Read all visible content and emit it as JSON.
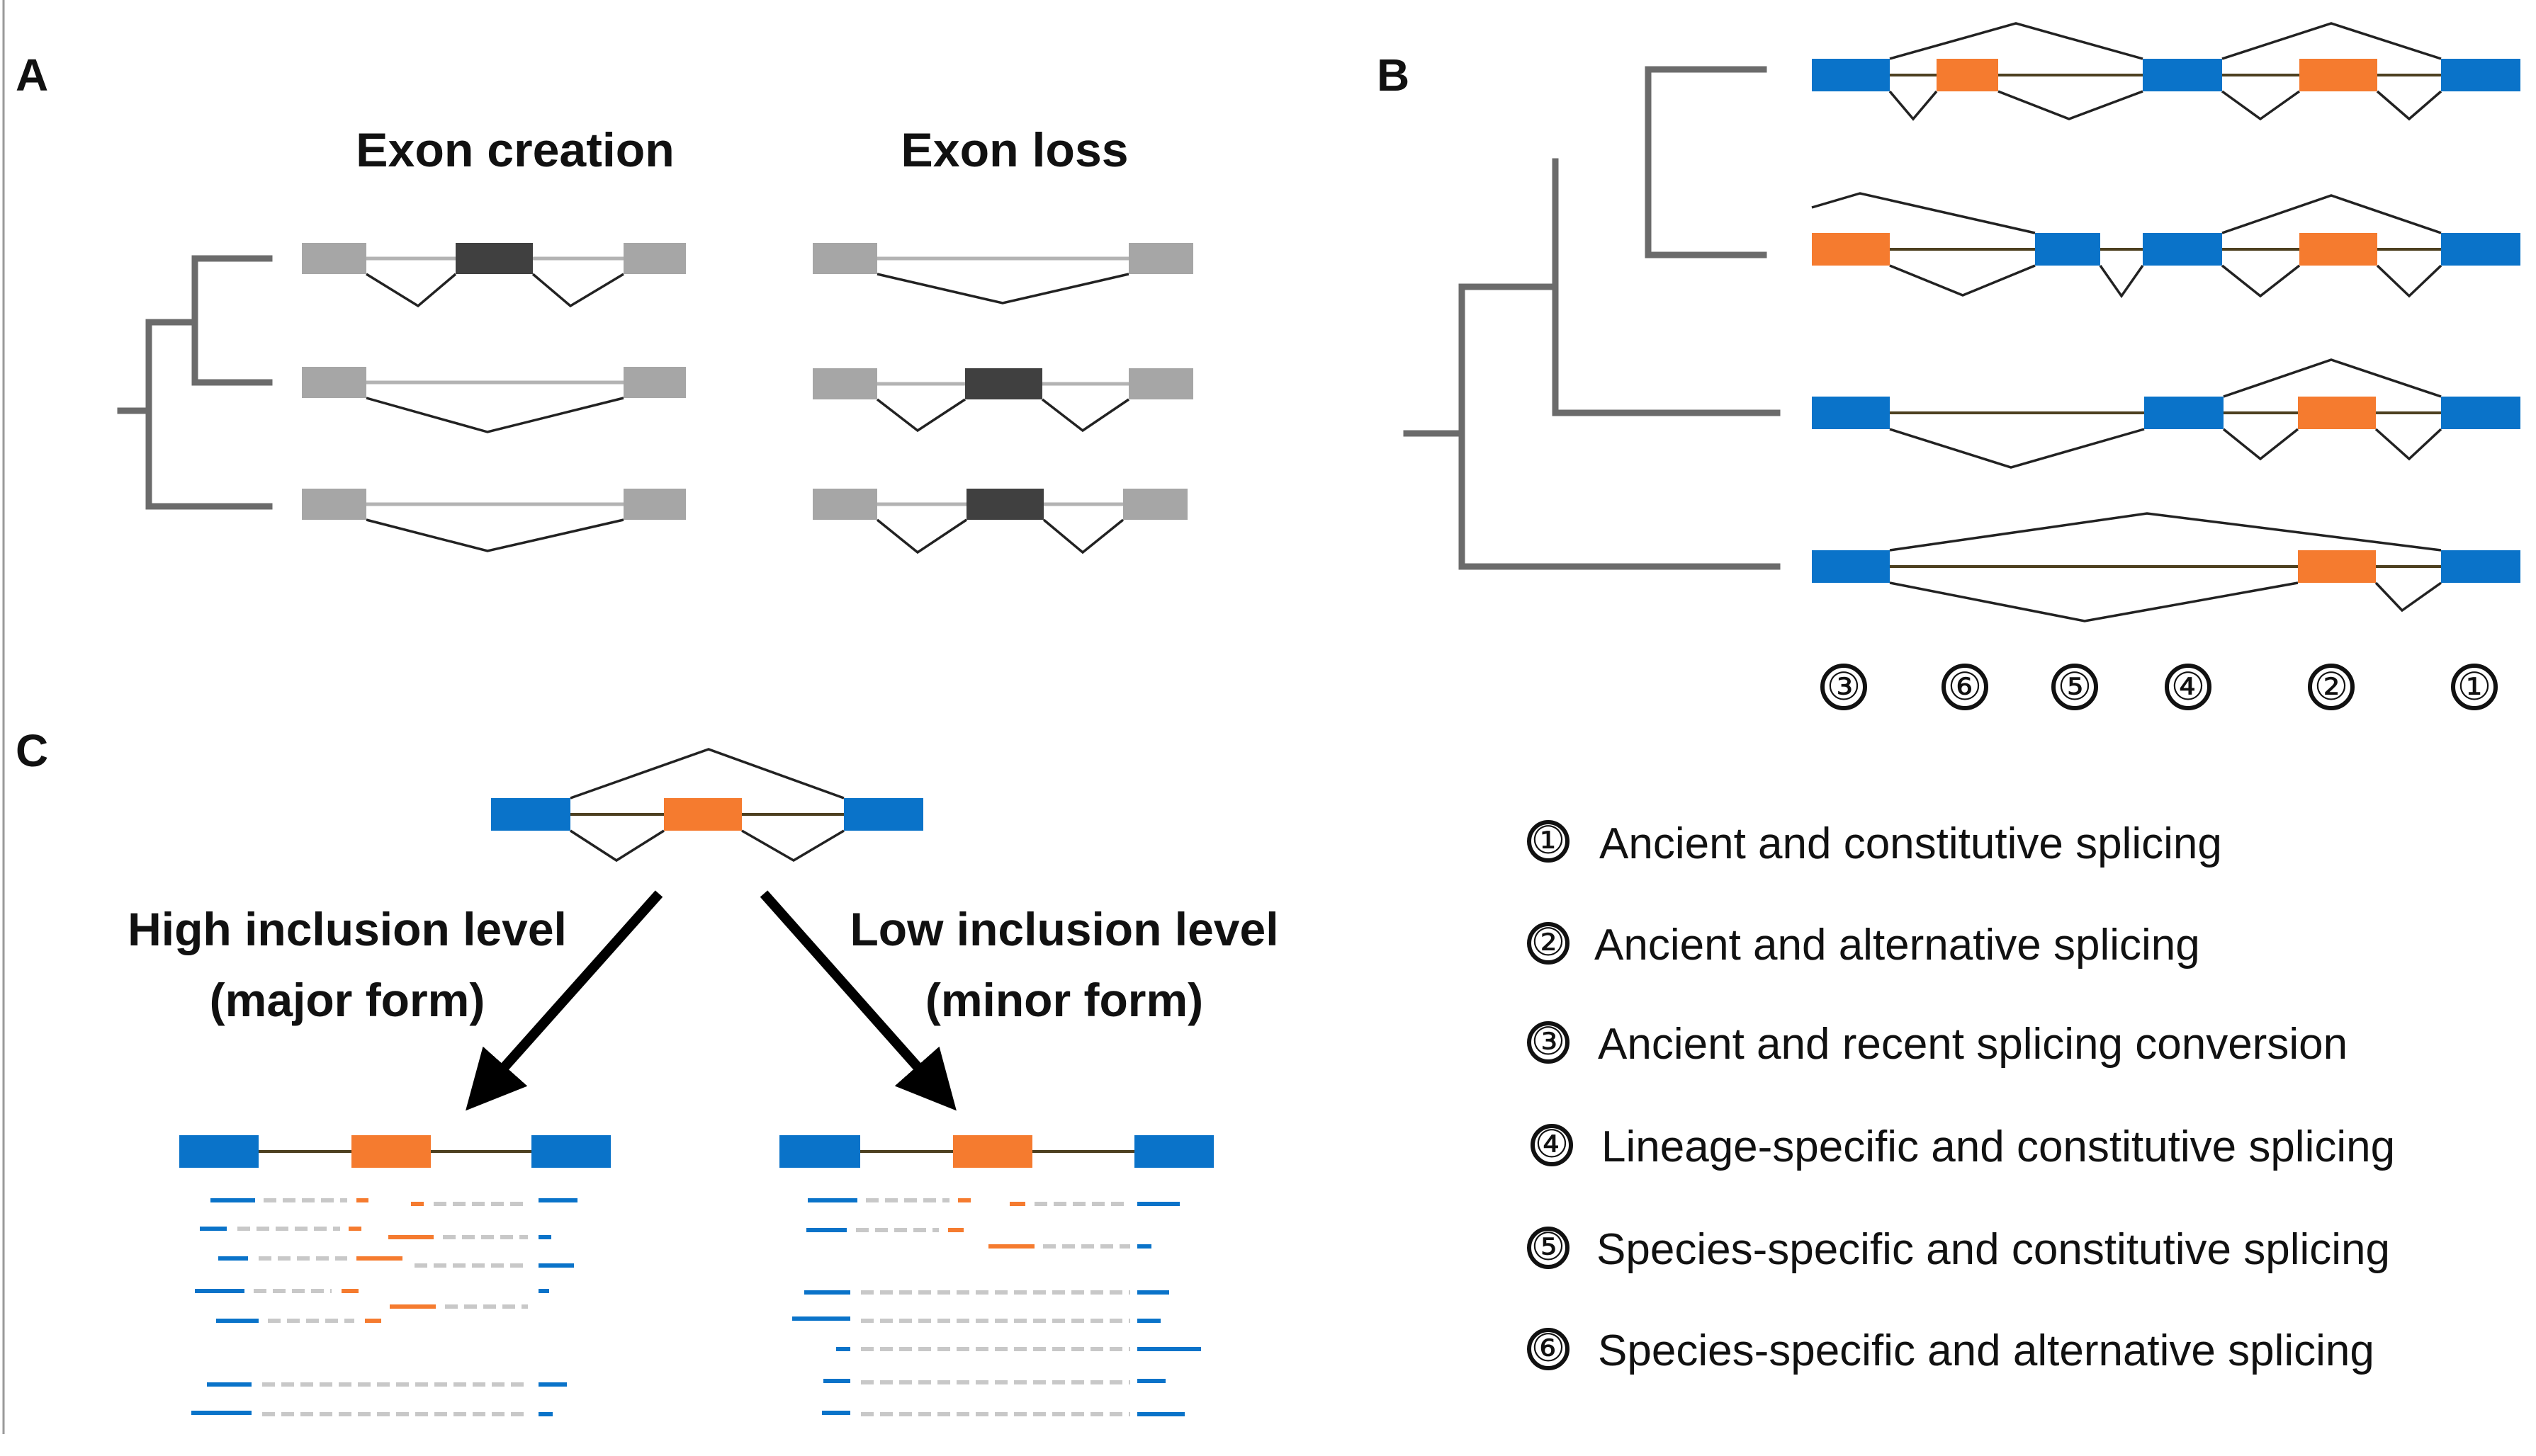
{
  "panels": {
    "a_letter": "A",
    "b_letter": "B",
    "c_letter": "C"
  },
  "panel_a": {
    "title_left": "Exon creation",
    "title_right": "Exon loss"
  },
  "panel_b": {
    "markers": [
      "③",
      "⑥",
      "⑤",
      "④",
      "②",
      "①"
    ]
  },
  "panel_c": {
    "left_label_line1": "High inclusion level",
    "left_label_line2": "(major form)",
    "right_label_line1": "Low inclusion level",
    "right_label_line2": "(minor form)"
  },
  "legend": [
    {
      "marker": "①",
      "text": "Ancient and constitutive splicing"
    },
    {
      "marker": "②",
      "text": "Ancient and alternative splicing"
    },
    {
      "marker": "③",
      "text": "Ancient and recent splicing conversion"
    },
    {
      "marker": "④",
      "text": "Lineage-specific and constitutive splicing"
    },
    {
      "marker": "⑤",
      "text": "Species-specific and constitutive splicing"
    },
    {
      "marker": "⑥",
      "text": "Species-specific and alternative splicing"
    }
  ],
  "colors": {
    "constitutive_exon": "#0a73c9",
    "alternative_exon": "#f57b2f",
    "grey_exon": "#a6a6a6",
    "dark_exon": "#404040",
    "tree": "#6b6b6b"
  }
}
